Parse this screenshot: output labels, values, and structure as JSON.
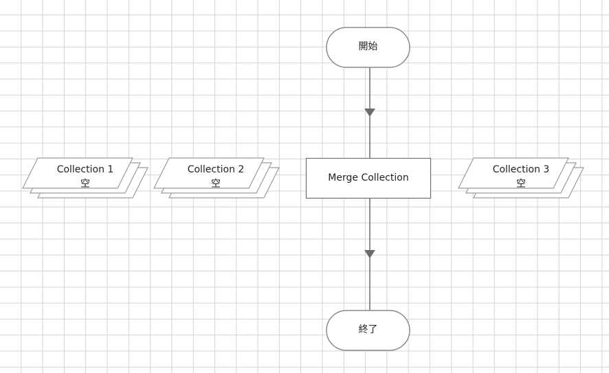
{
  "flowchart": {
    "start_label": "開始",
    "end_label": "終了",
    "process_label": "Merge Collection",
    "collections": [
      {
        "name": "Collection 1",
        "status": "空"
      },
      {
        "name": "Collection 2",
        "status": "空"
      },
      {
        "name": "Collection 3",
        "status": "空"
      }
    ]
  }
}
